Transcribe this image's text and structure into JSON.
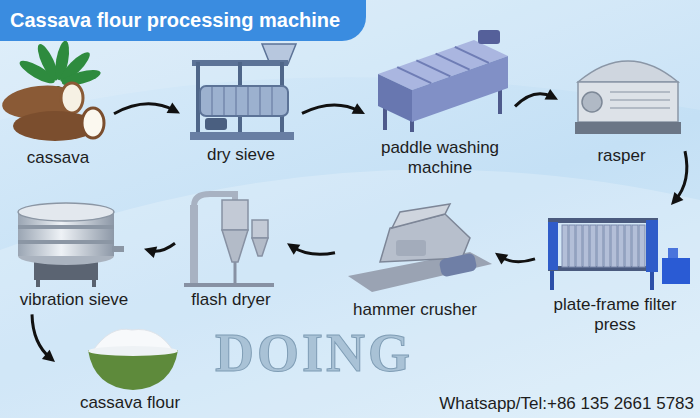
{
  "diagram": {
    "title": "Cassava flour processing machine",
    "nodes": [
      {
        "text": [
          "cassava"
        ]
      },
      {
        "text": [
          "dry sieve"
        ]
      },
      {
        "text": [
          "paddle washing machine"
        ]
      },
      {
        "text": [
          "rasper"
        ]
      },
      {
        "text": [
          "plate-frame filter press"
        ]
      },
      {
        "text": [
          "hammer crusher"
        ]
      },
      {
        "text": [
          "flash dryer"
        ]
      },
      {
        "text": [
          "vibration sieve"
        ]
      },
      {
        "text": [
          "cassava flour"
        ]
      }
    ],
    "edges": [
      {
        "from": 0,
        "to": 1,
        "arrow": "to"
      },
      {
        "from": 1,
        "to": 2,
        "arrow": "to"
      },
      {
        "from": 2,
        "to": 3,
        "arrow": "to"
      },
      {
        "from": 3,
        "to": 4,
        "arrow": "to"
      },
      {
        "from": 4,
        "to": 5,
        "arrow": "to"
      },
      {
        "from": 5,
        "to": 6,
        "arrow": "to"
      },
      {
        "from": 6,
        "to": 7,
        "arrow": "to"
      },
      {
        "from": 7,
        "to": 8,
        "arrow": "to"
      }
    ],
    "labels": [
      "DOING",
      "Whatsapp/Tel:+86 135 2661 5783"
    ]
  }
}
